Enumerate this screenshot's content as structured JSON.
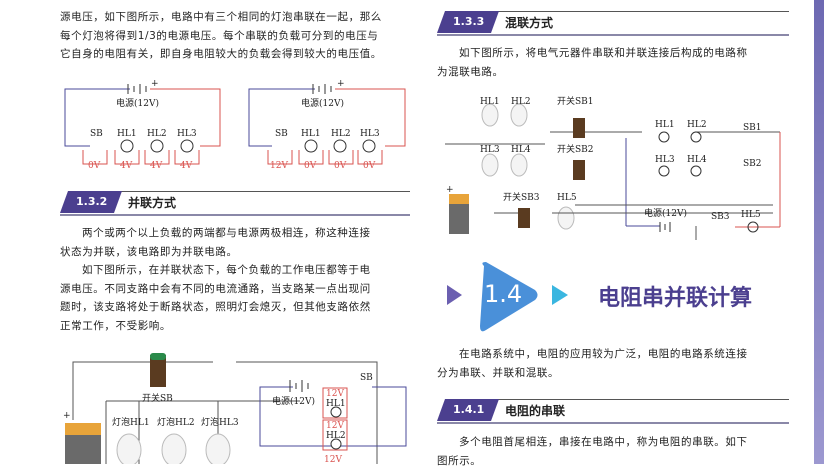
{
  "left": {
    "intro_lines": [
      "源电压，如下图所示，电路中有三个相同的灯泡串联在一起，那么",
      "每个灯泡将得到1/3的电源电压。每个串联的负载可分到的电压与",
      "它自身的电阻有关，即自身电阻较大的负载会得到较大的电压值。"
    ],
    "series_circuits": [
      {
        "source": "电源(12V)",
        "plus": "+",
        "labels": [
          "SB",
          "HL1",
          "HL2",
          "HL3"
        ],
        "voltages": [
          "0V",
          "4V",
          "4V",
          "4V"
        ]
      },
      {
        "source": "电源(12V)",
        "plus": "+",
        "labels": [
          "SB",
          "HL1",
          "HL2",
          "HL3"
        ],
        "voltages": [
          "12V",
          "0V",
          "0V",
          "0V"
        ]
      }
    ],
    "section": {
      "number": "1.3.2",
      "title": "并联方式"
    },
    "para1": [
      "两个或两个以上负载的两端都与电源两极相连，称这种连接",
      "状态为并联，该电路即为并联电路。"
    ],
    "para2": [
      "如下图所示，在并联状态下，每个负载的工作电压都等于电",
      "源电压。不同支路中会有不同的电流通路，当支路某一点出现问",
      "题时，该支路将处于断路状态，照明灯会熄灭，但其他支路依然",
      "正常工作，不受影响。"
    ],
    "parallel_figure": {
      "switch": "开关SB",
      "bulbs": [
        "灯泡HL1",
        "灯泡HL2",
        "灯泡HL3"
      ],
      "plus": "+",
      "source": "电源(12V)",
      "sb": "SB",
      "loads": [
        "HL1",
        "HL2"
      ],
      "voltages": [
        "12V",
        "12V",
        "12V"
      ]
    }
  },
  "right": {
    "section": {
      "number": "1.3.3",
      "title": "混联方式"
    },
    "para": [
      "如下图所示，将电气元器件串联和并联连接后构成的电路称",
      "为混联电路。"
    ],
    "mixed_figure": {
      "bulbs": [
        "HL1",
        "HL2",
        "HL3",
        "HL4",
        "HL5"
      ],
      "switches": [
        "开关SB1",
        "开关SB2",
        "开关SB3"
      ],
      "plus": "+",
      "schematic_lamps": [
        "HL1",
        "HL2",
        "HL3",
        "HL4",
        "HL5"
      ],
      "schematic_switches": [
        "SB1",
        "SB2",
        "SB3"
      ],
      "source": "电源(12V)"
    },
    "chapter": {
      "number": "1.4",
      "title": "电阻串并联计算"
    },
    "para2": [
      "在电路系统中，电阻的应用较为广泛，电阻的电路系统连接",
      "分为串联、并联和混联。"
    ],
    "section2": {
      "number": "1.4.1",
      "title": "电阻的串联"
    },
    "para3": [
      "多个电阻首尾相连，串接在电路中，称为电阻的串联。如下",
      "图所示。"
    ]
  },
  "colors": {
    "accent": "#4b3f8f",
    "chapter_title": "#4b3f8f",
    "chapter_badge": "#4a90d9",
    "wire_red": "#d9534f",
    "wire_blue": "#4a4a9a"
  }
}
